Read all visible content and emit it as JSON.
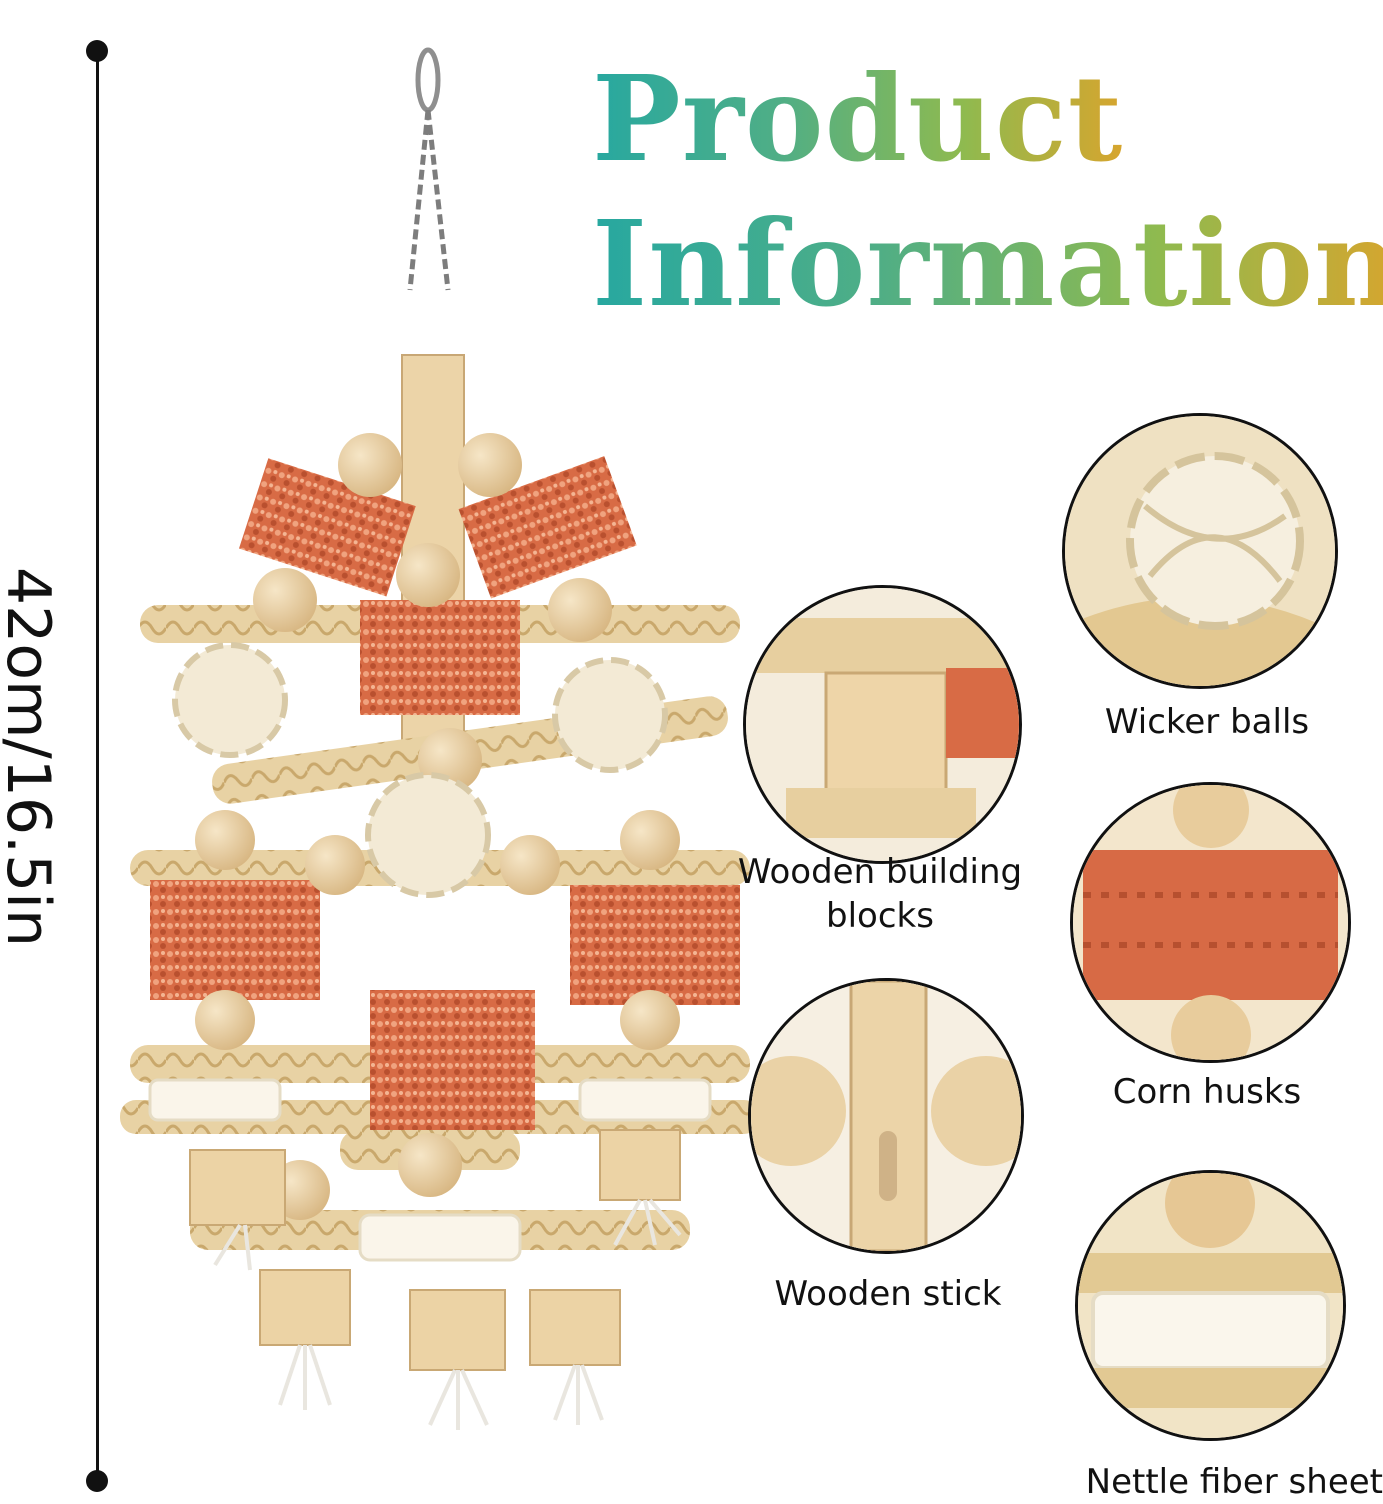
{
  "title": {
    "line1": "Product",
    "line2": "Information"
  },
  "dimension_label": "42om/16.5in",
  "parts": [
    {
      "label": "Wicker balls",
      "icon": "wicker-ball-icon"
    },
    {
      "label": "Wooden building blocks",
      "icon": "wooden-block-icon"
    },
    {
      "label": "Corn husks",
      "icon": "corn-husk-icon"
    },
    {
      "label": "Wooden stick",
      "icon": "wooden-stick-icon"
    },
    {
      "label": "Nettle fiber sheet",
      "icon": "fiber-sheet-icon"
    }
  ],
  "colors": {
    "title_gradient": [
      "#27a8a0",
      "#4fae86",
      "#8fba4f",
      "#d7a52e"
    ],
    "wood": "#e8cfa4",
    "corn_husk": "#d76a45",
    "braid": "#e6cf9e",
    "wicker": "#f3ead5",
    "outline": "#111111"
  }
}
